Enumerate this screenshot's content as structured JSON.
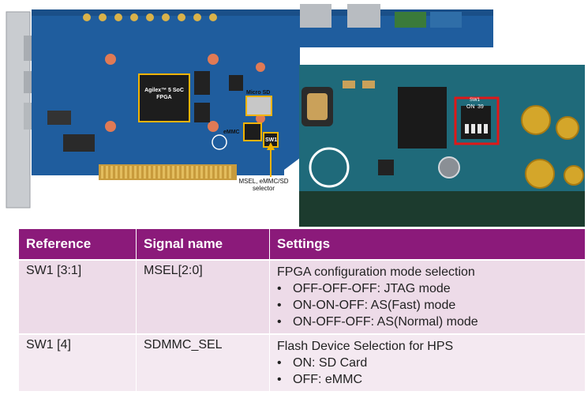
{
  "board": {
    "fpga_label": "Agilex™ 5 SoC FPGA",
    "microsd_label": "Micro SD",
    "emmc_label": "eMMC",
    "sw1_label": "SW1",
    "selector_label": "MSEL, eMMC/SD selector",
    "colors": {
      "pcb": "#1f5d9e",
      "highlight": "#f2b300"
    }
  },
  "zoom": {
    "switch_text": "SW1",
    "on_text": "ON",
    "switch_number": "39",
    "colors": {
      "pcb": "#1f6a7a",
      "highlight": "#e01818"
    }
  },
  "table": {
    "headers": [
      "Reference",
      "Signal name",
      "Settings"
    ],
    "rows": [
      {
        "reference": "SW1 [3:1]",
        "signal": "MSEL[2:0]",
        "title": "FPGA configuration mode selection",
        "items": [
          "OFF-OFF-OFF: JTAG mode",
          "ON-ON-OFF: AS(Fast) mode",
          "ON-OFF-OFF: AS(Normal) mode"
        ]
      },
      {
        "reference": "SW1 [4]",
        "signal": "SDMMC_SEL",
        "title": "Flash Device Selection for HPS",
        "items": [
          "ON: SD Card",
          "OFF: eMMC"
        ]
      }
    ],
    "colors": {
      "header": "#8b1a7a",
      "row": "#eddbe8"
    }
  }
}
